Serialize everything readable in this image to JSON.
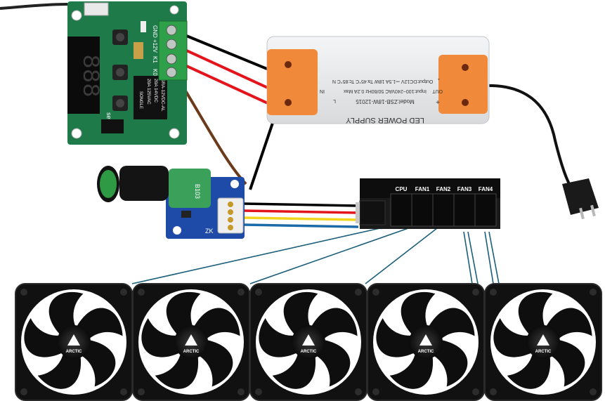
{
  "colors": {
    "pcb_green": "#1f7a4a",
    "pcb_dark": "#16603a",
    "psu_body": "#e9eaec",
    "psu_cap": "#f08a3a",
    "wire_black": "#000000",
    "wire_red": "#e3141b",
    "wire_yellow": "#f2d41a",
    "wire_blue": "#1d6aa8",
    "wire_brown": "#6b3b1c",
    "fan_frame": "#111111",
    "pwm_board": "#1e4aa8",
    "knob_green": "#2e9a44"
  },
  "thermostat": {
    "terminal_labels": [
      "GND",
      "+12V",
      "K1",
      "K0"
    ],
    "display_digits": "888",
    "relay_lines": [
      "SRA-12VDC-AL",
      "20A 14VDC",
      "20A 125VAC"
    ],
    "brand": "SONGLE",
    "set_label": "set"
  },
  "psu": {
    "title": "LED POWER SUPPLY",
    "model": "Model:ZSB-18W-12015",
    "input": "Input:100~240VAC 50/60Hz 0.2A Max",
    "output": "Output:DC12V ⎓1.5A 18W  Ta:45°C  Tc:85°C",
    "in_label": "IN",
    "out_label": "OUT",
    "l_label": "L",
    "n_label": "N",
    "plus_label": "+",
    "minus_label": "-"
  },
  "pwm": {
    "knob_label": "B103",
    "silk": "ZK"
  },
  "hub": {
    "ports": [
      "CPU",
      "FAN1",
      "FAN2",
      "FAN3",
      "FAN4"
    ]
  },
  "fans": [
    {
      "brand": "ARCTIC"
    },
    {
      "brand": "ARCTIC"
    },
    {
      "brand": "ARCTIC"
    },
    {
      "brand": "ARCTIC"
    },
    {
      "brand": "ARCTIC"
    }
  ]
}
